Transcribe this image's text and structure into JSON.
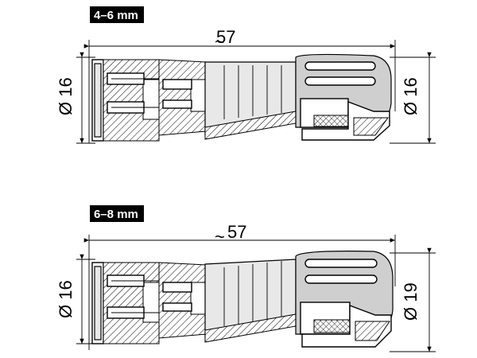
{
  "top": {
    "cable_range": "4–6 mm",
    "length": "57",
    "left_diameter": "Ø 16",
    "right_diameter": "Ø 16"
  },
  "bottom": {
    "cable_range": "6–8 mm",
    "length": "57",
    "left_diameter": "Ø 16",
    "right_diameter": "Ø 19"
  }
}
